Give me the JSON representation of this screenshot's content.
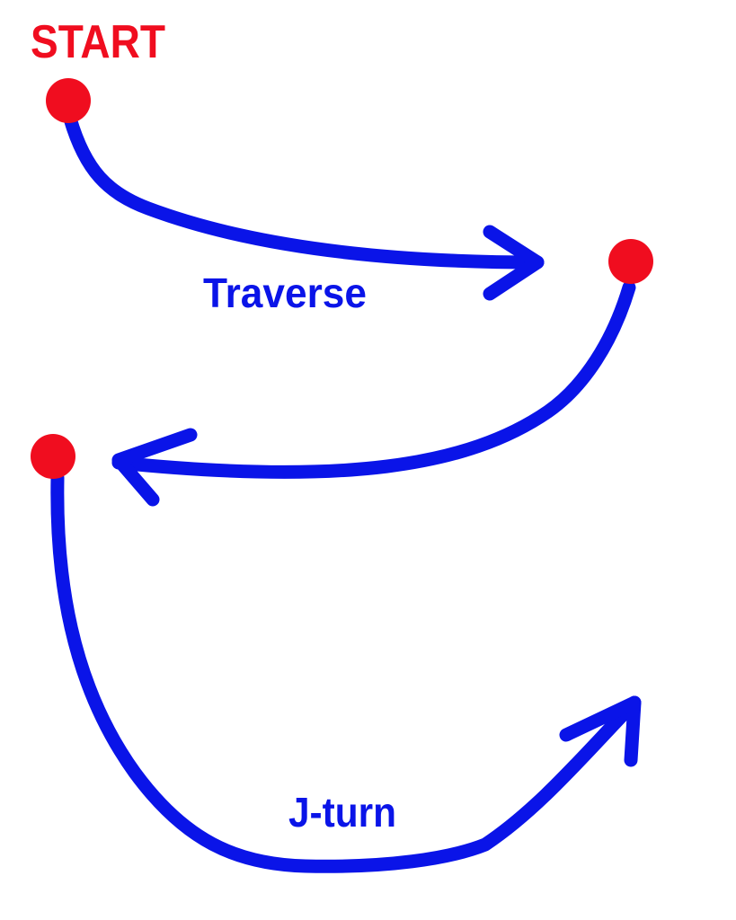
{
  "title": "START",
  "labels": {
    "traverse": "Traverse",
    "jturn": "J-turn"
  },
  "colors": {
    "path": "#0a14e8",
    "point": "#f00d1f",
    "start_text": "#f00d1f",
    "label_text": "#0a14e8",
    "background": "#ffffff"
  }
}
